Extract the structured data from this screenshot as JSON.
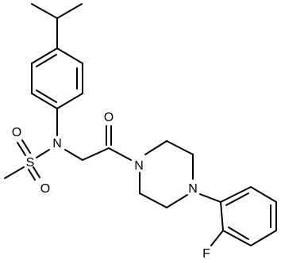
{
  "molecule": {
    "atoms": {
      "n_sulfonamide": "N",
      "sulfur": "S",
      "o_sulfonyl_top": "O",
      "o_sulfonyl_bottom": "O",
      "o_carbonyl": "O",
      "n_piperazine_amide": "N",
      "n_piperazine_aryl": "N",
      "fluorine": "F"
    },
    "colors": {
      "bond": "#000000",
      "label": "#000000",
      "background": "#ffffff"
    }
  }
}
